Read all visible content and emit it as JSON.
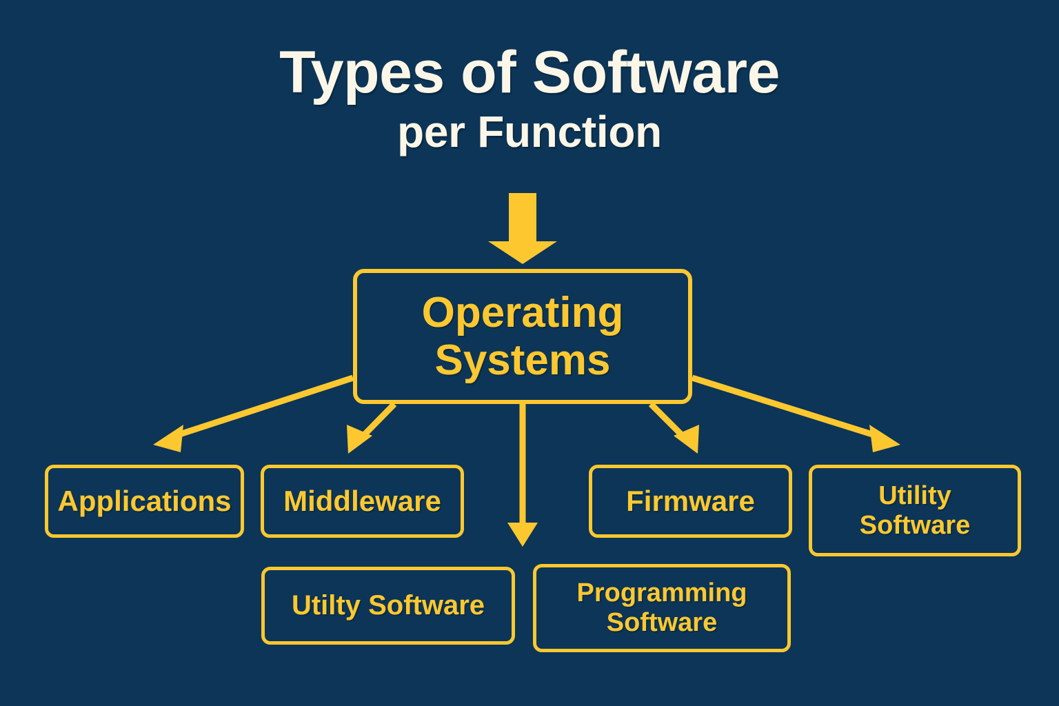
{
  "title": {
    "line1": "Types of Software",
    "line2": "per Function"
  },
  "colors": {
    "background": "#0c3557",
    "accent_yellow": "#fdc82f",
    "title_cream": "#fbf6e7"
  },
  "diagram": {
    "type": "hierarchy-flowchart",
    "root": {
      "id": "operating-systems",
      "label": "Operating\nSystems"
    },
    "children": [
      {
        "id": "applications",
        "label": "Applications"
      },
      {
        "id": "middleware",
        "label": "Middleware"
      },
      {
        "id": "utilty-software",
        "label": "Utilty Software"
      },
      {
        "id": "programming-software",
        "label": "Programming\nSoftware"
      },
      {
        "id": "firmware",
        "label": "Firmware"
      },
      {
        "id": "utility-software-right",
        "label": "Utility\nSoftware"
      }
    ],
    "connectors": [
      {
        "id": "intro-arrow",
        "from": "title",
        "to": "operating-systems",
        "style": "thick-solid-down"
      },
      {
        "id": "arrow-applications",
        "from": "operating-systems",
        "to": "applications",
        "style": "line-down-left"
      },
      {
        "id": "arrow-middleware",
        "from": "operating-systems",
        "to": "middleware",
        "style": "line-down-left"
      },
      {
        "id": "arrow-programming-software",
        "from": "operating-systems",
        "to": "programming-software",
        "style": "line-down"
      },
      {
        "id": "arrow-firmware",
        "from": "operating-systems",
        "to": "firmware",
        "style": "line-down-right"
      },
      {
        "id": "arrow-utility-software-right",
        "from": "operating-systems",
        "to": "utility-software-right",
        "style": "line-down-right"
      }
    ]
  }
}
